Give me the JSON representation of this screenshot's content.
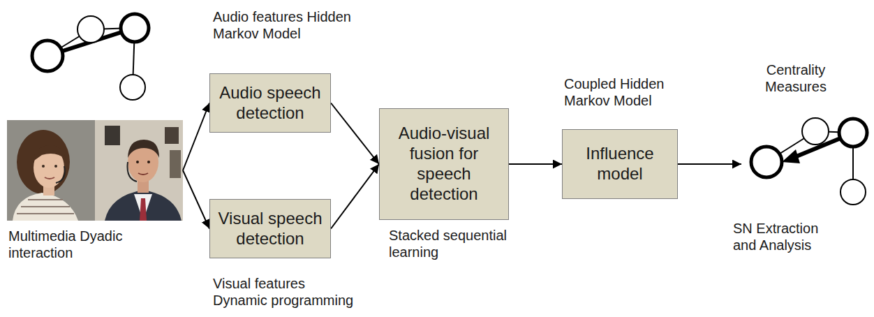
{
  "diagram": {
    "nodes": [
      {
        "text": [
          "Multimedia Dyadic interaction"
        ]
      },
      {
        "text": [
          "Audio speech detection"
        ]
      },
      {
        "text": [
          "Visual speech detection"
        ]
      },
      {
        "text": [
          "Audio-visual fusion for speech detection"
        ]
      },
      {
        "text": [
          "Influence model"
        ]
      },
      {
        "text": [
          "Centrality Measures",
          "SN Extraction and Analysis"
        ]
      }
    ],
    "edges": [
      {
        "from": 0,
        "to": 1,
        "arrow": "to"
      },
      {
        "from": 0,
        "to": 2,
        "arrow": "to"
      },
      {
        "from": 1,
        "to": 3,
        "arrow": "to"
      },
      {
        "from": 2,
        "to": 3,
        "arrow": "to"
      },
      {
        "from": 3,
        "to": 4,
        "arrow": "to"
      },
      {
        "from": 4,
        "to": 5,
        "arrow": "to"
      }
    ],
    "labels": [
      "Audio features Hidden Markov Model",
      "Visual features Dynamic programming",
      "Stacked sequential learning",
      "Coupled Hidden Markov Model"
    ]
  }
}
